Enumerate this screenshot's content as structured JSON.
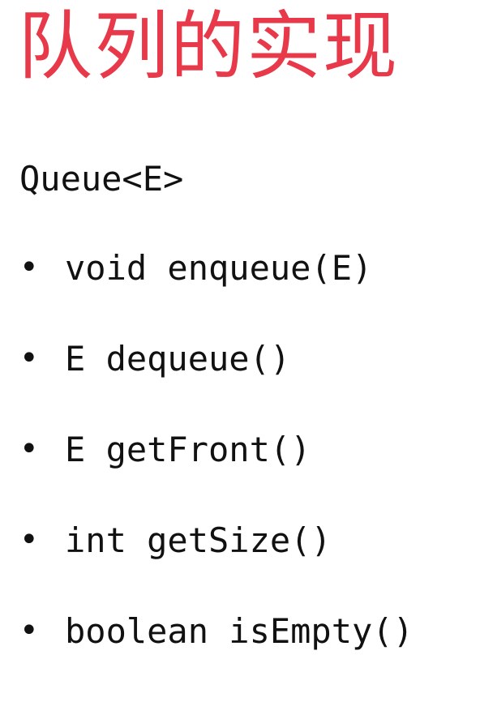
{
  "title": "队列的实现",
  "interface": "Queue<E>",
  "bullet_symbol": "•",
  "methods": [
    "void enqueue(E)",
    "E dequeue()",
    "E getFront()",
    "int getSize()",
    "boolean isEmpty()"
  ],
  "colors": {
    "title": "#e8394a",
    "text": "#111111",
    "background": "#ffffff"
  }
}
